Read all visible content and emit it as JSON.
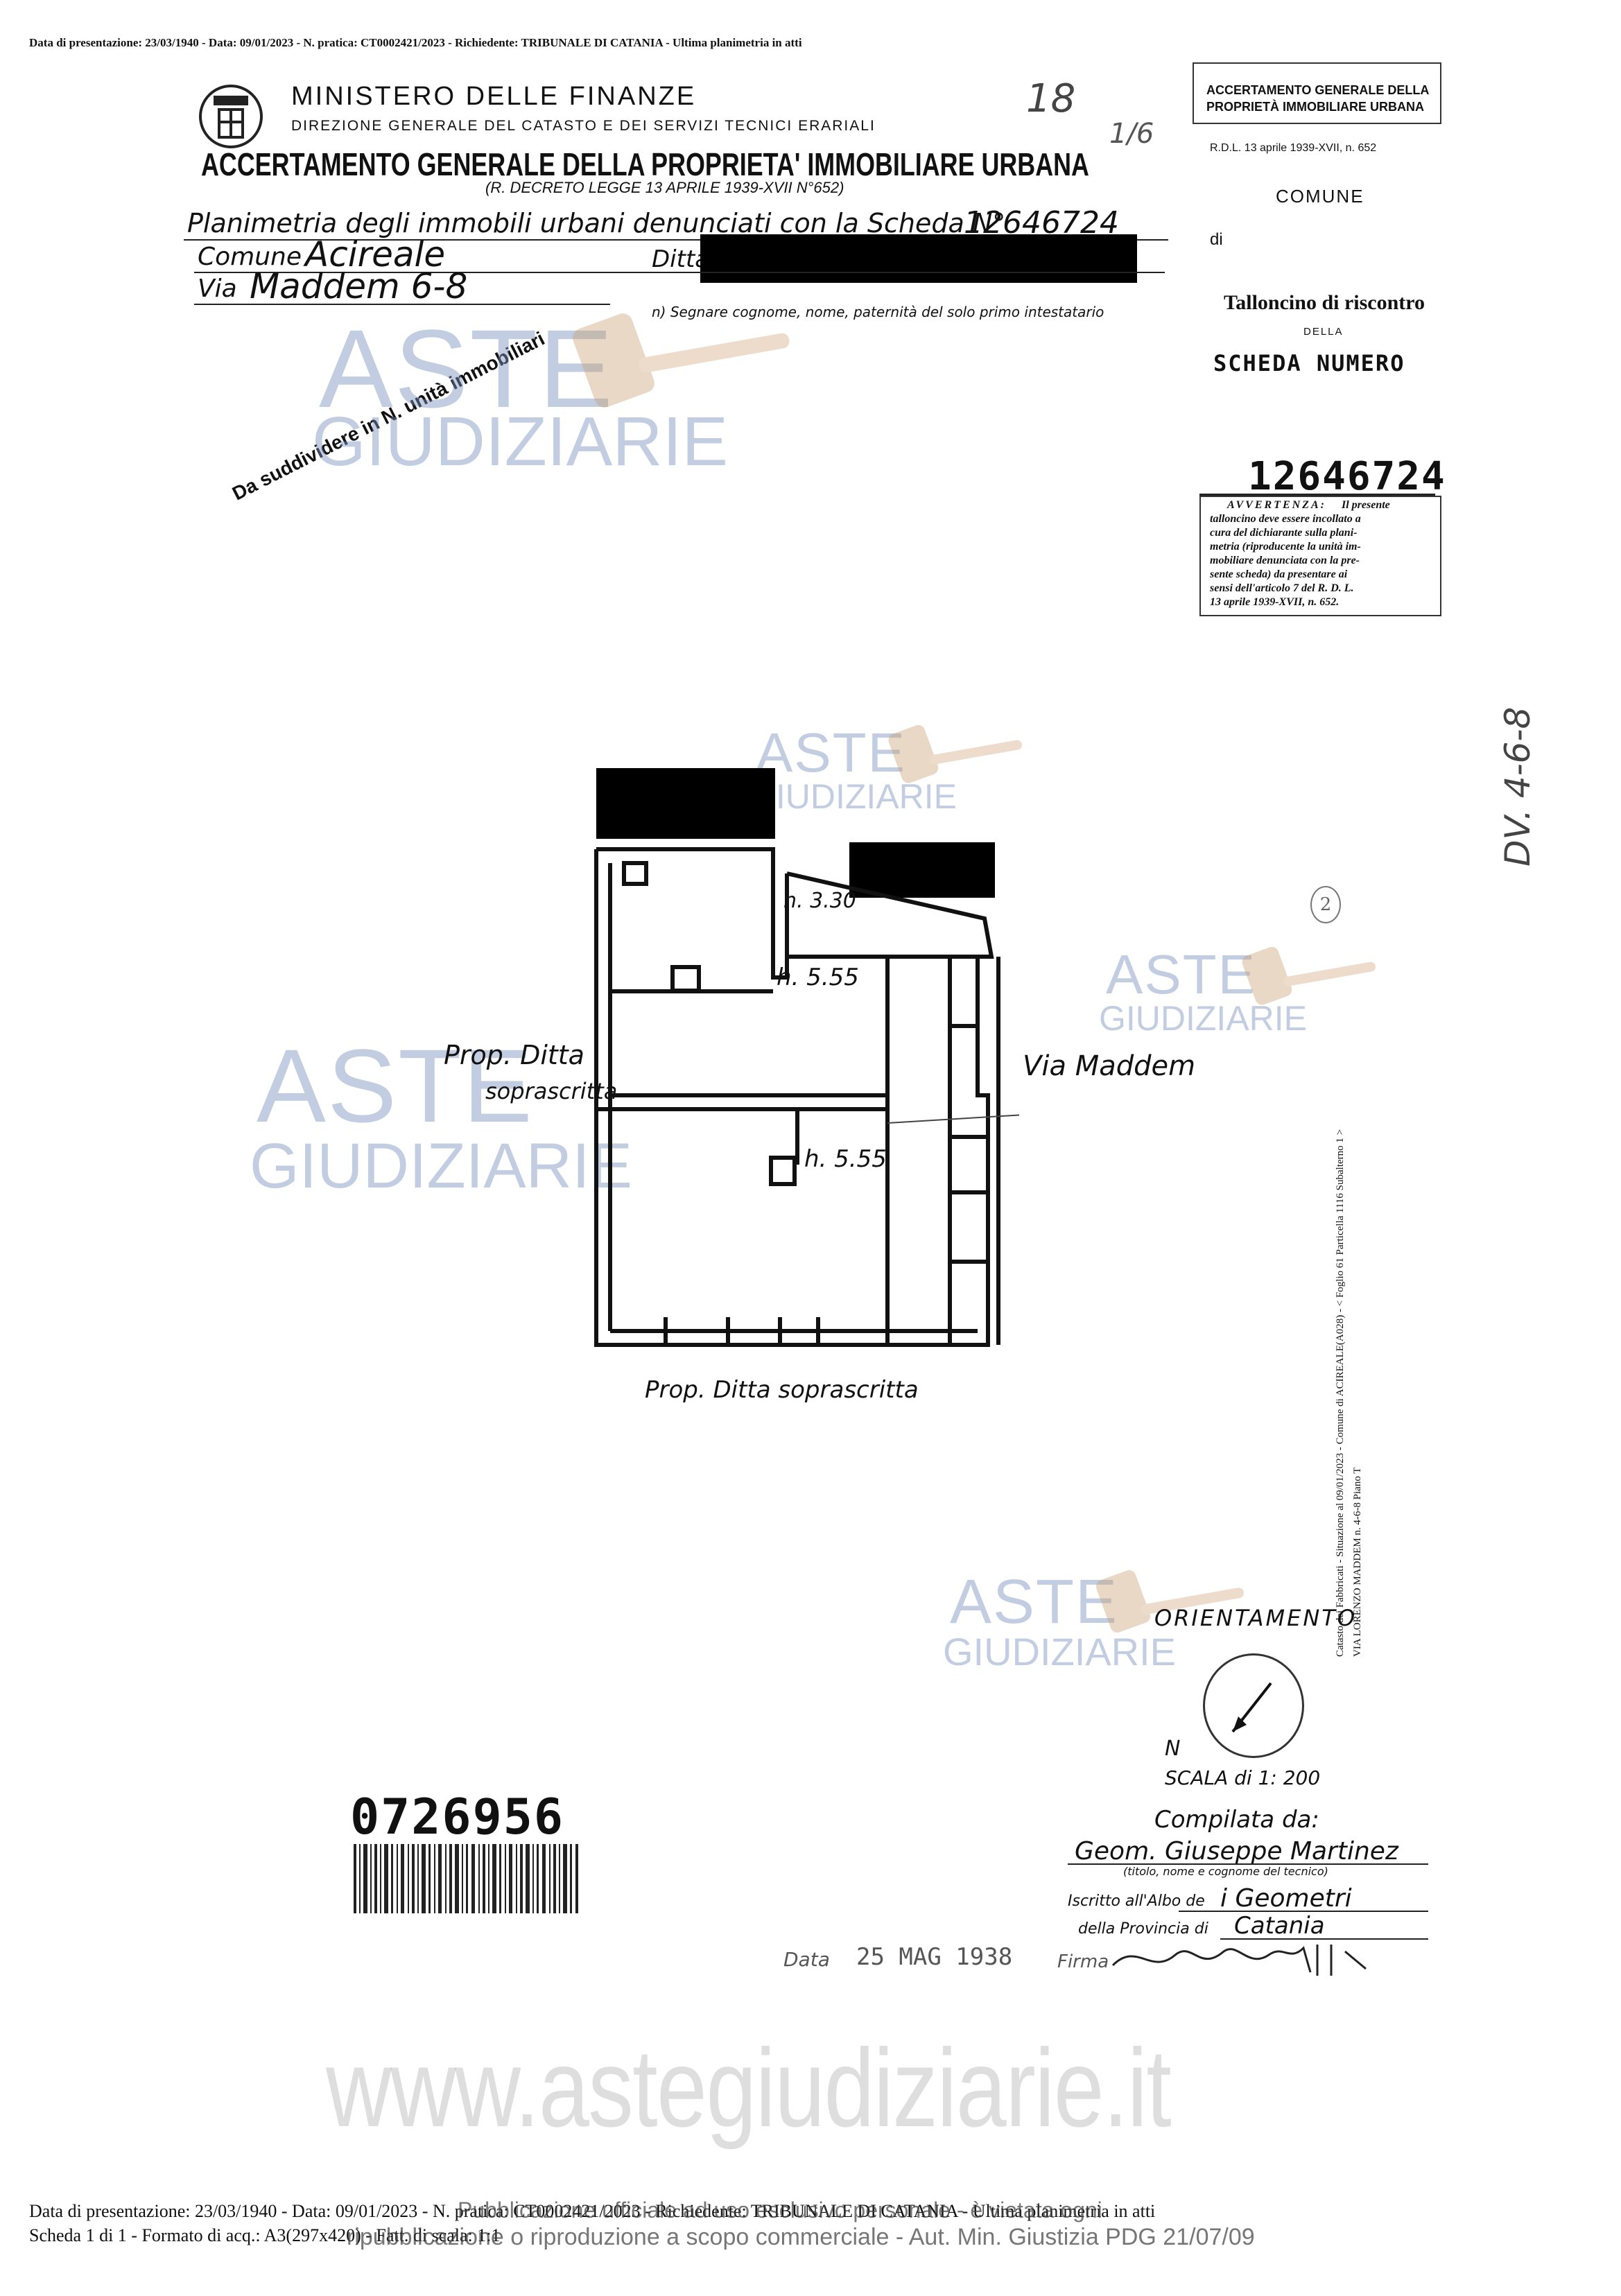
{
  "header": {
    "top_line": "Data di presentazione: 23/03/1940 - Data: 09/01/2023 - N. pratica: CT0002421/2023 - Richiedente: TRIBUNALE DI CATANIA - Ultima planimetria in atti"
  },
  "ministry": {
    "line1": "MINISTERO DELLE FINANZE",
    "line2": "DIREZIONE GENERALE DEL CATASTO E DEI SERVIZI TECNICI ERARIALI",
    "title": "ACCERTAMENTO GENERALE DELLA PROPRIETA' IMMOBILIARE URBANA",
    "subtitle": "(R. DECRETO LEGGE 13 APRILE 1939-XVII N°652)"
  },
  "form": {
    "planimetria_label": "Planimetria degli immobili urbani denunciati con la Scheda N°",
    "scheda_value": "12646724",
    "comune_label": "Comune",
    "comune_value": "Acireale",
    "ditta_label": "Ditta",
    "via_label": "Via",
    "via_value": "Maddem 6-8",
    "ditta_note": "n) Segnare cognome, nome, paternità del solo primo intestatario",
    "stamp_text": "Da suddividere in N.    unità immobiliari",
    "hand_marks": [
      "18",
      "1/6"
    ]
  },
  "tally": {
    "header1": "ACCERTAMENTO GENERALE DELLA",
    "header2": "PROPRIETÀ IMMOBILIARE URBANA",
    "decree": "R.D.L. 13 aprile 1939-XVII, n. 652",
    "comune_label": "COMUNE",
    "di_label": "di",
    "talloncino": "Talloncino di riscontro",
    "della": "DELLA",
    "scheda_numero": "SCHEDA NUMERO",
    "number": "12646724",
    "avvertenza_title": "AVVERTENZA:",
    "avvertenza_text": [
      "Il presente",
      "talloncino deve essere incollato a",
      "cura del dichiarante sulla plani-",
      "metria (riproducente la unità im-",
      "mobiliare denunciata con la pre-",
      "sente scheda) da presentare ai",
      "sensi dell'articolo 7 del R. D. L.",
      "13 aprile 1939-XVII, n. 652."
    ]
  },
  "plan": {
    "h1": "h. 3.30",
    "h2": "h. 5.55",
    "h3": "h. 5.55",
    "prop_left_1": "Prop. Ditta",
    "prop_left_2": "soprascritta",
    "street": "Via Maddem",
    "prop_bottom": "Prop. Ditta soprascritta",
    "margin_note": "DV. 4-6-8",
    "circle_mark": "2"
  },
  "side_text": [
    "Catasto dei Fabbricati - Situazione al 09/01/2023 - Comune di ACIREALE(A028) - < Foglio 61 Particella 1116 Subalterno 1 >",
    "VIA LORENZO MADDEM n. 4-6-8 Piano T"
  ],
  "watermarks": {
    "aste": "ASTE",
    "giudiziarie": "GIUDIZIARIE"
  },
  "orientation": {
    "label": "ORIENTAMENTO",
    "north": "N",
    "scale": "SCALA di 1: 200"
  },
  "compiled": {
    "label": "Compilata da:",
    "name": "Geom. Giuseppe Martinez",
    "name_note": "(titolo, nome e cognome del tecnico)",
    "albo_label": "Iscritto all'Albo de",
    "albo_value": "i Geometri",
    "provincia_label": "della Provincia di",
    "provincia_value": "Catania",
    "data_label": "Data",
    "data_value": "25 MAG 1938",
    "firma_label": "Firma"
  },
  "barcode_number": "0726956",
  "website_watermark": "www.astegiudiziarie.it",
  "footer": {
    "line1": "Data di presentazione: 23/03/1940 - Data: 09/01/2023 - N. pratica: CT0002421/2023 - Richiedente: TRIBUNALE DI CATANIA - Ultima planimetria in atti",
    "line2": "Scheda 1 di 1 - Formato di acq.: A3(297x420) - Fatt. di scala: 1:1",
    "overlay1": "Pubblicazione ufficiale ad uso esclusivo personale - è vietata ogni",
    "overlay2": "ripubblicazione o riproduzione a scopo commerciale - Aut. Min. Giustizia PDG 21/07/09"
  }
}
